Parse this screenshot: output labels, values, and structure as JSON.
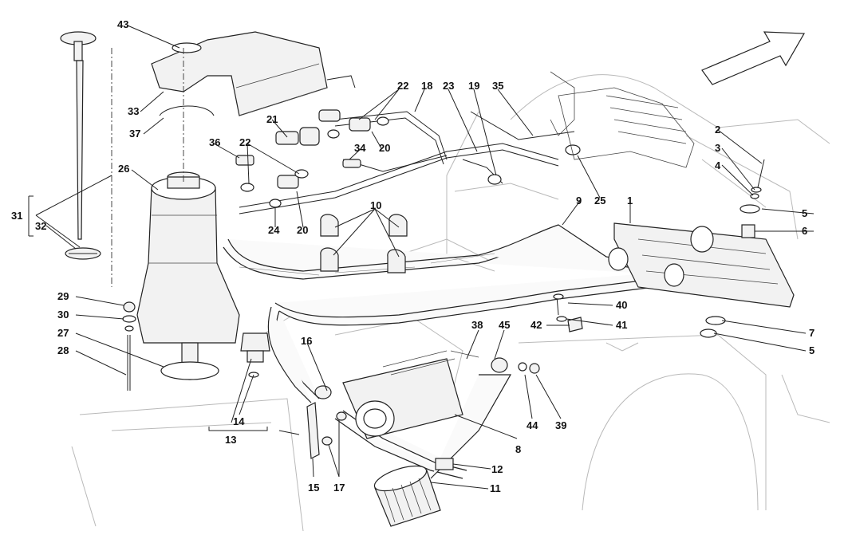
{
  "diagram": {
    "callouts": [
      "43",
      "22",
      "18",
      "23",
      "19",
      "35",
      "33",
      "37",
      "21",
      "34",
      "20",
      "36",
      "22",
      "26",
      "24",
      "20",
      "10",
      "9",
      "25",
      "2",
      "3",
      "4",
      "5",
      "1",
      "6",
      "31",
      "32",
      "29",
      "30",
      "27",
      "28",
      "40",
      "41",
      "7",
      "5",
      "42",
      "38",
      "45",
      "16",
      "14",
      "13",
      "44",
      "39",
      "8",
      "12",
      "11",
      "15",
      "17"
    ]
  },
  "icons": {
    "direction": "front-arrow-icon"
  }
}
